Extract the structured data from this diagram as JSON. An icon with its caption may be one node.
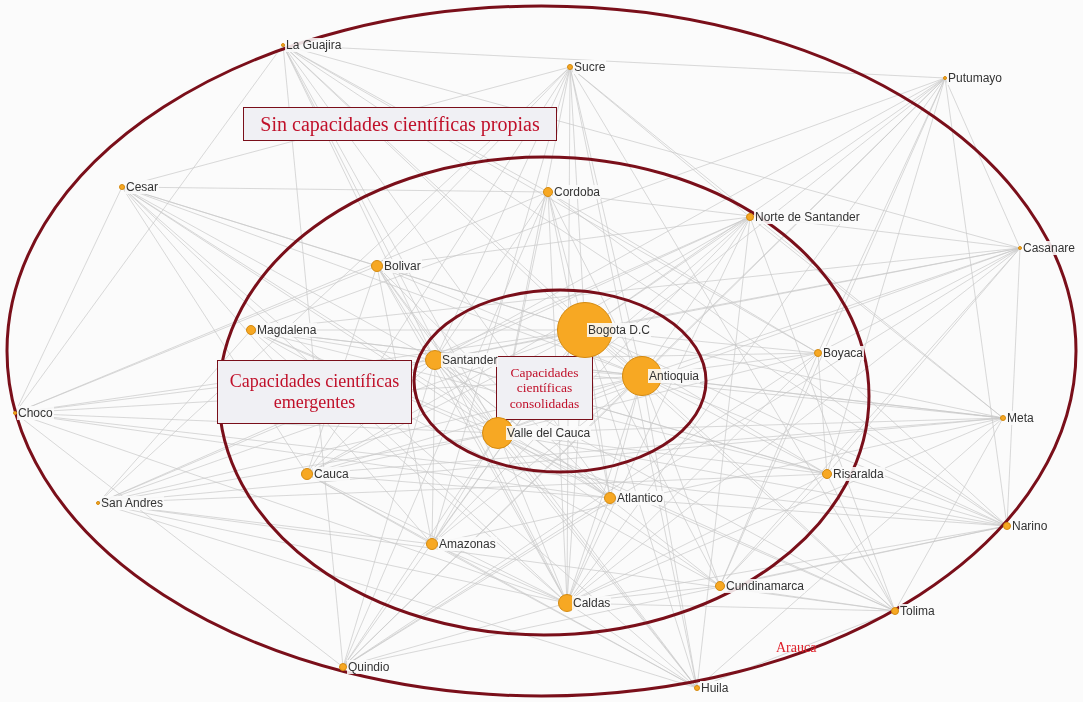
{
  "diagram": {
    "nodes": [
      {
        "text": [
          "Sin capacidades científicas propias"
        ]
      },
      {
        "text": [
          "La Guajira"
        ],
        "in": 0
      },
      {
        "text": [
          "Sucre"
        ],
        "in": 0
      },
      {
        "text": [
          "Putumayo"
        ],
        "in": 0
      },
      {
        "text": [
          "Cesar"
        ],
        "in": 0
      },
      {
        "text": [
          "Capacidades científicas emergentes"
        ],
        "in": 0
      },
      {
        "text": [
          "Cordoba"
        ],
        "in": 5
      },
      {
        "text": [
          "Norte de Santander"
        ],
        "in": 5
      },
      {
        "text": [
          "Casanare"
        ],
        "in": 0
      },
      {
        "text": [
          "Bolivar"
        ],
        "in": 5
      },
      {
        "text": [
          "Magdalena"
        ],
        "in": 5
      },
      {
        "text": [
          "Capacidades científicas consolidadas"
        ],
        "in": 5
      },
      {
        "text": [
          "Bogota D.C"
        ],
        "in": 11
      },
      {
        "text": [
          "Boyaca"
        ],
        "in": 5
      },
      {
        "text": [
          "Santander"
        ],
        "in": 11
      },
      {
        "text": [
          "Antioquia"
        ],
        "in": 11
      },
      {
        "text": [
          "Choco"
        ],
        "in": 0
      },
      {
        "text": [
          "Meta"
        ],
        "in": 0
      },
      {
        "text": [
          "Valle del Cauca"
        ],
        "in": 11
      },
      {
        "text": [
          "Cauca"
        ],
        "in": 5
      },
      {
        "text": [
          "Risaralda"
        ],
        "in": 5
      },
      {
        "text": [
          "Atlantico"
        ],
        "in": 5
      },
      {
        "text": [
          "San Andres"
        ],
        "in": 0
      },
      {
        "text": [
          "Narino"
        ],
        "in": 0
      },
      {
        "text": [
          "Amazonas"
        ],
        "in": 5
      },
      {
        "text": [
          "Cundinamarca"
        ],
        "in": 5
      },
      {
        "text": [
          "Caldas"
        ],
        "in": 5
      },
      {
        "text": [
          "Tolima"
        ],
        "in": 0
      },
      {
        "text": [
          "Quindio"
        ],
        "in": 0
      },
      {
        "text": [
          "Huila"
        ],
        "in": 0
      }
    ],
    "labels": [
      "Arauca"
    ]
  }
}
